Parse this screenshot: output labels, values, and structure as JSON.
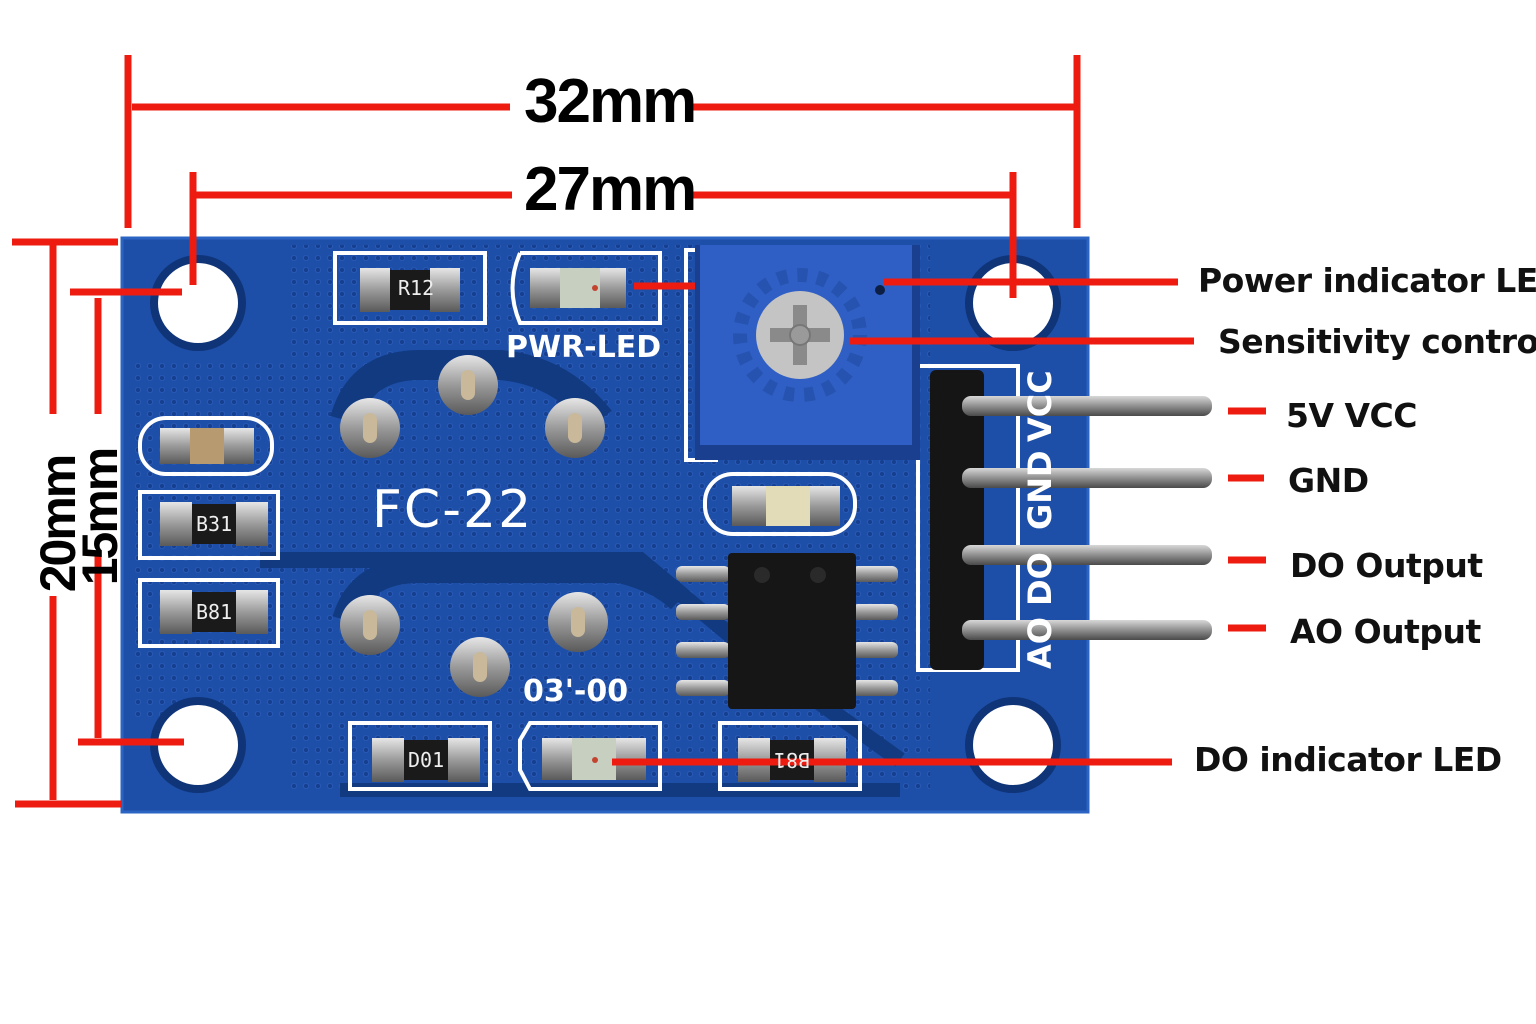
{
  "dimensions": {
    "width_outer": "32mm",
    "width_holes": "27mm",
    "height_outer": "20mm",
    "height_holes": "15mm"
  },
  "board": {
    "model": "FC-22",
    "pwr_led_silk": "PWR-LED",
    "code_silk": "03'-00",
    "resistor_r12": "R12",
    "resistor_b31": "B31",
    "resistor_b81": "B81",
    "resistor_d01": "D01",
    "resistor_b81_bottom": "B81",
    "pin_silk": [
      "VCC",
      "GND",
      "DO",
      "AO"
    ]
  },
  "callouts": {
    "power_led": "Power indicator LED",
    "sensitivity": "Sensitivity control",
    "vcc": "5V VCC",
    "gnd": "GND",
    "do_output": "DO Output",
    "ao_output": "AO Output",
    "do_led": "DO indicator LED"
  },
  "colors": {
    "pcb_blue": "#1d4fa8",
    "pcb_dark": "#123a80",
    "dimension_red": "#ee1c10",
    "silk_white": "#ffffff",
    "pot_blue": "#2f5fc4"
  }
}
